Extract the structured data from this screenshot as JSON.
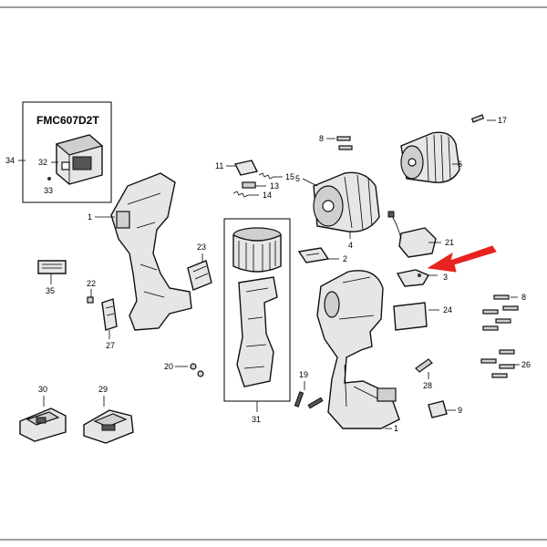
{
  "kit": {
    "title": "FMC607D2T",
    "labels": [
      "34",
      "32",
      "33"
    ]
  },
  "callouts": {
    "p1a": "1",
    "p1b": "1",
    "p2": "2",
    "p3": "3",
    "p4": "4",
    "p5": "5",
    "p6": "6",
    "p8a": "8",
    "p8b": "8",
    "p9": "9",
    "p11": "11",
    "p13": "13",
    "p14": "14",
    "p15": "15",
    "p17": "17",
    "p19": "19",
    "p20": "20",
    "p21": "21",
    "p22": "22",
    "p23": "23",
    "p24": "24",
    "p26": "26",
    "p27": "27",
    "p28": "28",
    "p29": "29",
    "p30": "30",
    "p31": "31",
    "p35": "35"
  },
  "colors": {
    "arrow": "#e8231f",
    "line": "#000000"
  }
}
